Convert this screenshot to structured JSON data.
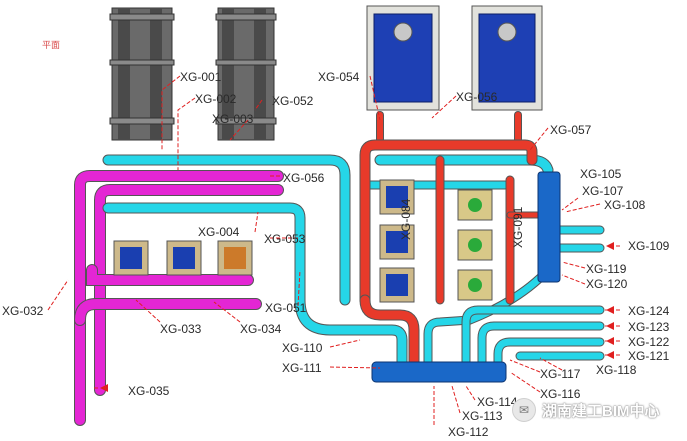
{
  "view_title": "平面",
  "pipe_colors": {
    "supply_red": "#e83a2a",
    "cold_cyan": "#25d6e8",
    "magenta": "#e426d4",
    "grey_stroke": "#555555",
    "label_line": "#e02020",
    "unit_blue": "#1a3fb0",
    "manifold_blue": "#1a68c8"
  },
  "labels": {
    "xg001": "XG-001",
    "xg002": "XG-002",
    "xg003": "XG-003",
    "xg004": "XG-004",
    "xg032": "XG-032",
    "xg033": "XG-033",
    "xg034": "XG-034",
    "xg035": "XG-035",
    "xg051": "XG-051",
    "xg052": "XG-052",
    "xg053": "XG-053",
    "xg054": "XG-054",
    "xg056a": "XG-056",
    "xg056b": "XG-056",
    "xg057": "XG-057",
    "xg084": "XG-084",
    "xg091": "XG-091",
    "xg105": "XG-105",
    "xg107": "XG-107",
    "xg108": "XG-108",
    "xg109": "XG-109",
    "xg110": "XG-110",
    "xg111": "XG-111",
    "xg112": "XG-112",
    "xg113": "XG-113",
    "xg114": "XG-114",
    "xg116": "XG-116",
    "xg117": "XG-117",
    "xg118": "XG-118",
    "xg119": "XG-119",
    "xg120": "XG-120",
    "xg121": "XG-121",
    "xg122": "XG-122",
    "xg123": "XG-123",
    "xg124": "XG-124"
  },
  "watermark": {
    "icon": "wechat-icon",
    "text": "湖南建工BIM中心"
  }
}
